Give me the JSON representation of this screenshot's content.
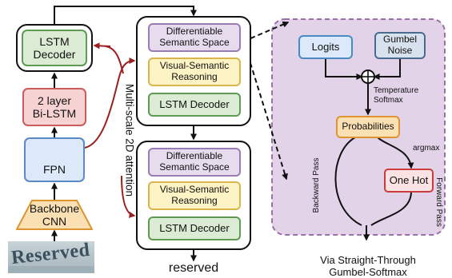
{
  "encoder": {
    "lstm_decoder": "LSTM\nDecoder",
    "bilstm": "2 layer\nBi-LSTM",
    "fpn": "FPN",
    "backbone": "Backbone\nCNN",
    "input_image_text": "Reserved"
  },
  "attention_label": "Multi-scale 2D attention",
  "blocks": [
    {
      "dss": "Differentiable\nSemantic Space",
      "vsr": "Visual-Semantic\nReasoning",
      "decoder": "LSTM Decoder"
    },
    {
      "dss": "Differentiable\nSemantic Space",
      "vsr": "Visual-Semantic\nReasoning",
      "decoder": "LSTM Decoder"
    }
  ],
  "output_text": "reserved",
  "gumbel": {
    "logits": "Logits",
    "noise": "Gumbel\nNoise",
    "temperature": "Temperature\nSoftmax",
    "probabilities": "Probabilities",
    "argmax": "argmax",
    "one_hot": "One Hot",
    "backward_pass": "Backward Pass",
    "forward_pass": "Forward Pass",
    "caption": "Via Straight-Through\nGumbel-Softmax"
  },
  "colors": {
    "green_fill": "#dcecd4",
    "green_border": "#5e9a52",
    "red_fill": "#f7d2d2",
    "red_border": "#cc5b5b",
    "blue_fill": "#dbe9f8",
    "blue_border": "#5b89c4",
    "orange_fill": "#fbe0b3",
    "orange_border": "#dd9431",
    "purple_fill": "#e6dcee",
    "purple_border": "#9a7cb2",
    "yellow_fill": "#fdf3c4",
    "yellow_border": "#d9b64a",
    "panel_fill": "#e2d3e9",
    "panel_border": "#9b6fa8",
    "attention_arrow": "#9b1f1f"
  }
}
